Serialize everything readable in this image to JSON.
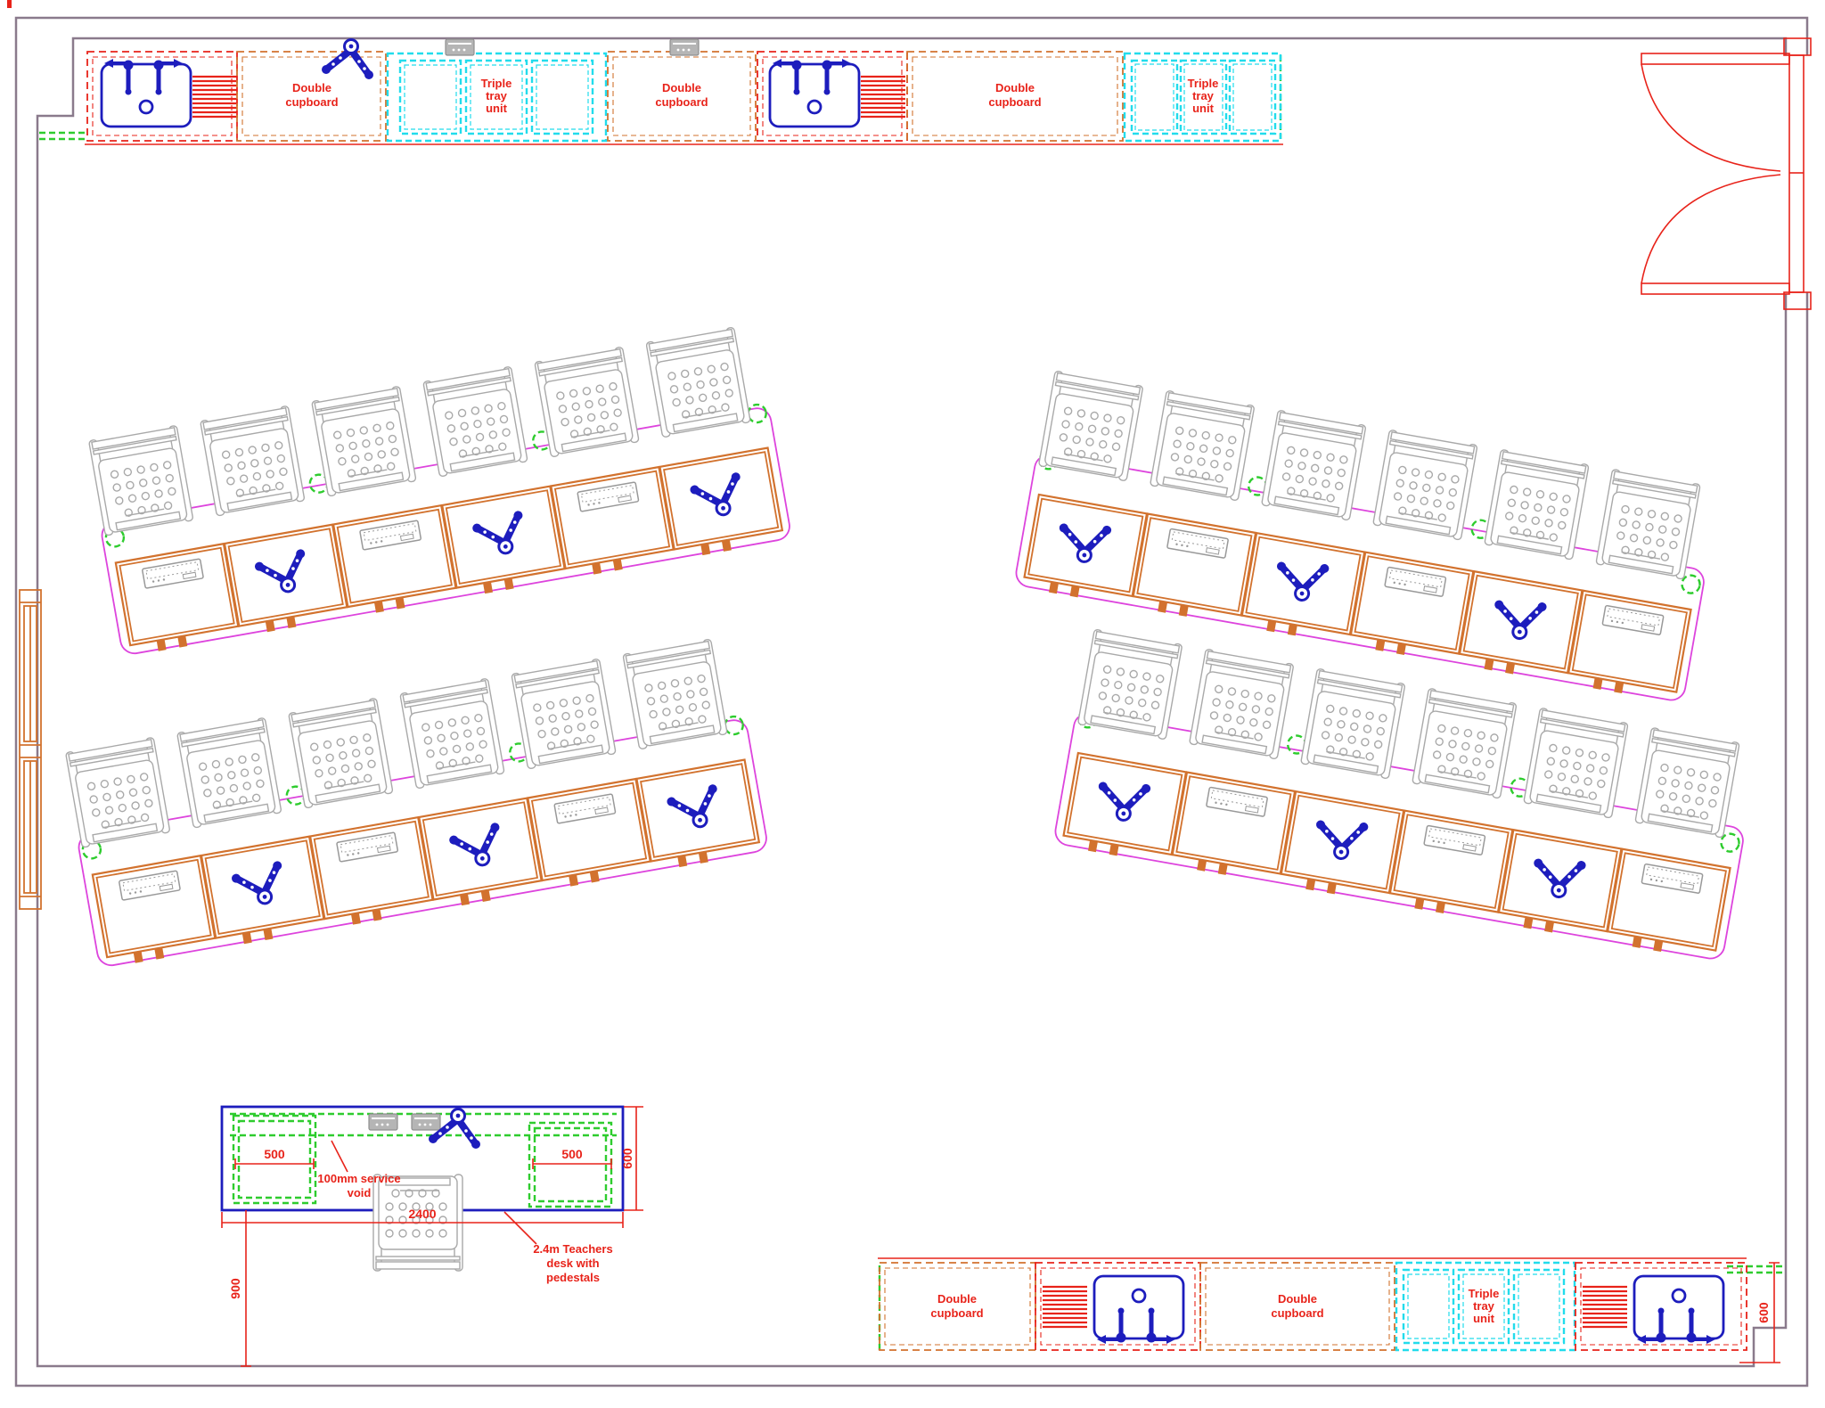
{
  "labels": {
    "double_cupboard": {
      "l1": "Double",
      "l2": "cupboard"
    },
    "triple_tray": {
      "l1": "Triple",
      "l2": "tray",
      "l3": "unit"
    }
  },
  "annotations": {
    "service_void": {
      "l1": "100mm service",
      "l2": "void"
    },
    "teachers_desk": {
      "l1": "2.4m Teachers",
      "l2": "desk with",
      "l3": "pedestals"
    }
  },
  "dimensions": {
    "pedestal_left": "500",
    "pedestal_right": "500",
    "desk_depth": "600",
    "desk_width": "2400",
    "desk_offset": "900",
    "worktop_depth": "600"
  },
  "colors": {
    "red": "#e8231a",
    "orange": "#d2722e",
    "cyan": "#22dcec",
    "green": "#2ecc2e",
    "blue": "#1d1dbd",
    "magenta": "#dd44dd",
    "wall": "#8a7a8c",
    "gray": "#a9a9a9"
  }
}
